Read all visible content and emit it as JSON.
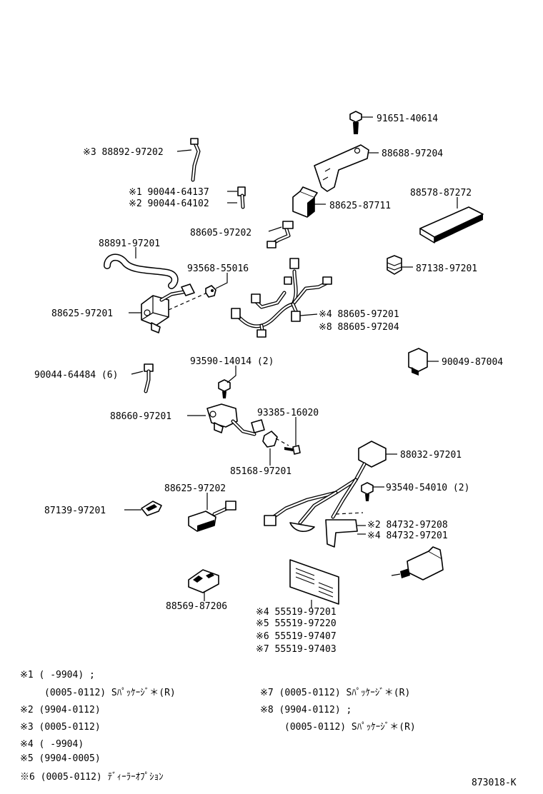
{
  "parts": {
    "p1": "91651-40614",
    "p2": "※3 88892-97202",
    "p3": "88688-97204",
    "p4": "88578-87272",
    "p5": "※1 90044-64137",
    "p6": "※2 90044-64102",
    "p7": "88625-87711",
    "p8": "88605-97202",
    "p9": "88891-97201",
    "p10": "93568-55016",
    "p11": "87138-97201",
    "p12": "88625-97201",
    "p13": "※4 88605-97201",
    "p14": "※8 88605-97204",
    "p15": "93590-14014 (2)",
    "p16": "90044-64484 (6)",
    "p17": "90049-87004",
    "p18": "88660-97201",
    "p19": "93385-16020",
    "p20": "88032-97201",
    "p21": "85168-97201",
    "p22": "88625-97202",
    "p23": "93540-54010 (2)",
    "p24": "87139-97201",
    "p25": "※2 84732-97208",
    "p26": "※4 84732-97201",
    "p27": "88569-87206",
    "p28": "※4 55519-97201",
    "p29": "※5 55519-97220",
    "p30": "※6 55519-97407",
    "p31": "※7 55519-97403"
  },
  "notes": {
    "n1": "※1 (      -9904) ;",
    "n1b": "(0005-0112) Sﾊﾟｯｹｰｼﾞ＊(R)",
    "n2": "※2 (9904-0112)",
    "n3": "※3 (0005-0112)",
    "n4": "※4 (      -9904)",
    "n5": "※5 (9904-0005)",
    "n6": "※6 (0005-0112) ﾃﾞｨｰﾗｰｵﾌﾟｼｮﾝ",
    "n7": "※7 (0005-0112) Sﾊﾟｯｹｰｼﾞ＊(R)",
    "n8": "※8 (9904-0112) ;",
    "n8b": "(0005-0112) Sﾊﾟｯｹｰｼﾞ＊(R)"
  },
  "diagram_id": "873018-K"
}
